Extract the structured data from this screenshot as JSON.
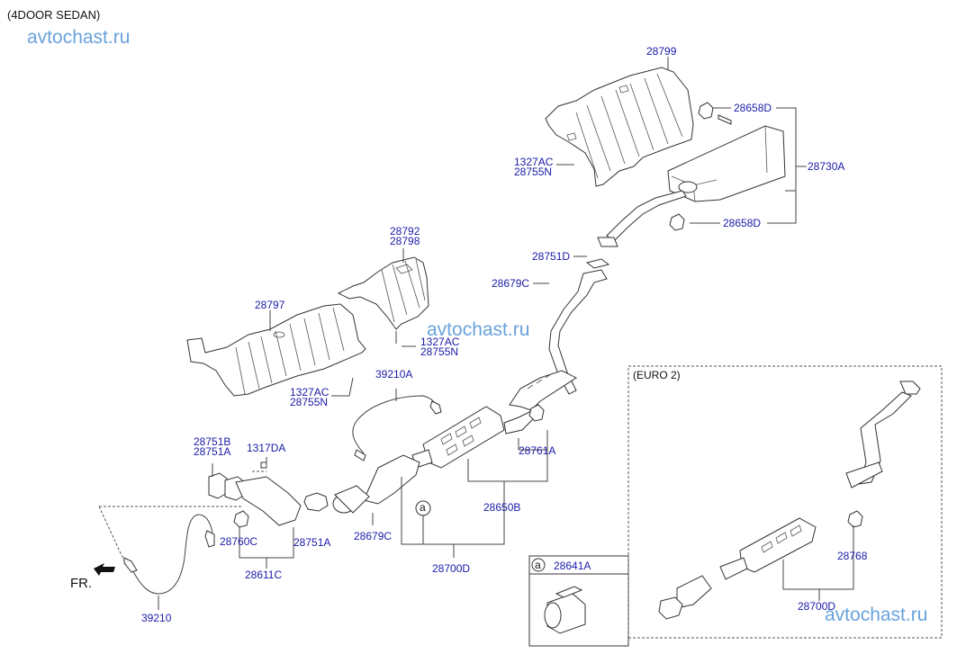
{
  "header": {
    "variant": "(4DOOR SEDAN)"
  },
  "watermark": "avtochast.ru",
  "euro_box": {
    "title": "(EURO 2)"
  },
  "direction": {
    "label": "FR."
  },
  "clamp_box": {
    "ref": "a",
    "part": "28641A"
  },
  "callout_ref": "a",
  "colors": {
    "label": "#1a1aa8",
    "watermark": "#6aa3dc",
    "line": "#333333"
  },
  "labels": {
    "p28799": "28799",
    "p28658D_top": "28658D",
    "p28730A": "28730A",
    "p28658D_bottom": "28658D",
    "p1327AC_top": "1327AC",
    "p28755N_top": "28755N",
    "p28792": "28792",
    "p28798": "28798",
    "p28797": "28797",
    "p1327AC_mid": "1327AC",
    "p28755N_mid": "28755N",
    "p1327AC_left": "1327AC",
    "p28755N_left": "28755N",
    "p28751D": "28751D",
    "p28679C_upper": "28679C",
    "p39210A": "39210A",
    "p28761A": "28761A",
    "p28650B": "28650B",
    "p28700D": "28700D",
    "p28679C_lower": "28679C",
    "p28751B": "28751B",
    "p28751A_upper": "28751A",
    "p1317DA": "1317DA",
    "p28760C": "28760C",
    "p28751A_lower": "28751A",
    "p28611C": "28611C",
    "p39210": "39210",
    "p28768": "28768",
    "p28700D_euro": "28700D"
  }
}
